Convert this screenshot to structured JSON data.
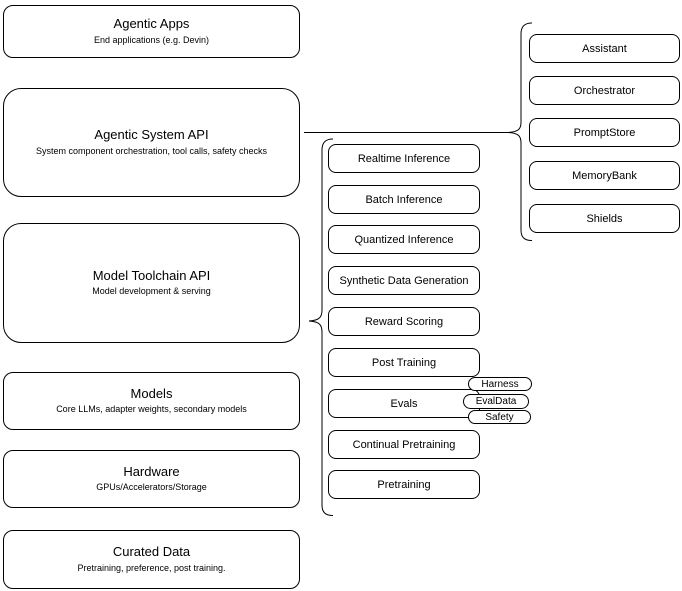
{
  "diagram": {
    "left_column": [
      {
        "title": "Agentic Apps",
        "subtitle": "End applications (e.g. Devin)"
      },
      {
        "title": "Agentic System API",
        "subtitle": "System component orchestration, tool calls, safety checks"
      },
      {
        "title": "Model Toolchain API",
        "subtitle": "Model development & serving"
      },
      {
        "title": "Models",
        "subtitle": "Core LLMs, adapter weights, secondary models"
      },
      {
        "title": "Hardware",
        "subtitle": "GPUs/Accelerators/Storage"
      },
      {
        "title": "Curated Data",
        "subtitle": "Pretraining, preference, post training."
      }
    ],
    "toolchain_services": [
      "Realtime Inference",
      "Batch Inference",
      "Quantized Inference",
      "Synthetic Data Generation",
      "Reward Scoring",
      "Post Training",
      "Evals",
      "Continual Pretraining",
      "Pretraining"
    ],
    "evals_tags": [
      "Harness",
      "EvalData",
      "Safety"
    ],
    "system_components": [
      "Assistant",
      "Orchestrator",
      "PromptStore",
      "MemoryBank",
      "Shields"
    ],
    "colors": {
      "stroke": "#000000",
      "fill": "#ffffff",
      "text": "#000000"
    }
  }
}
